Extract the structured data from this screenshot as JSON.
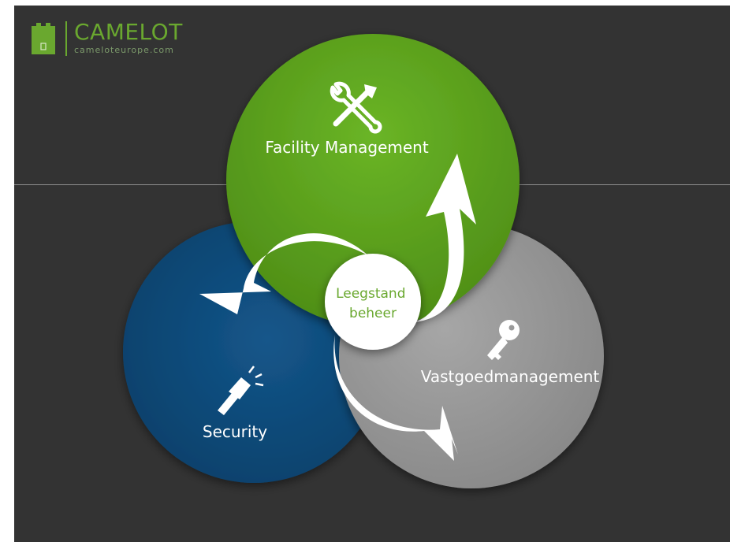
{
  "logo": {
    "brand": "CAMELOT",
    "url": "cameloteurope.com"
  },
  "diagram": {
    "center": "Leegstand beheer",
    "center_lines": [
      "Leegstand",
      "beheer"
    ],
    "facility": {
      "label": "Facility Management",
      "icon": "tools-icon"
    },
    "vastgoed": {
      "label": "Vastgoedmanagement",
      "icon": "key-icon"
    },
    "security": {
      "label": "Security",
      "icon": "flashlight-icon"
    }
  },
  "colors": {
    "background": "#333333",
    "green": "#5a9e1a",
    "blue": "#0c4a7a",
    "grey": "#9a9a9a",
    "white": "#ffffff",
    "center_text": "#6aa82f"
  }
}
